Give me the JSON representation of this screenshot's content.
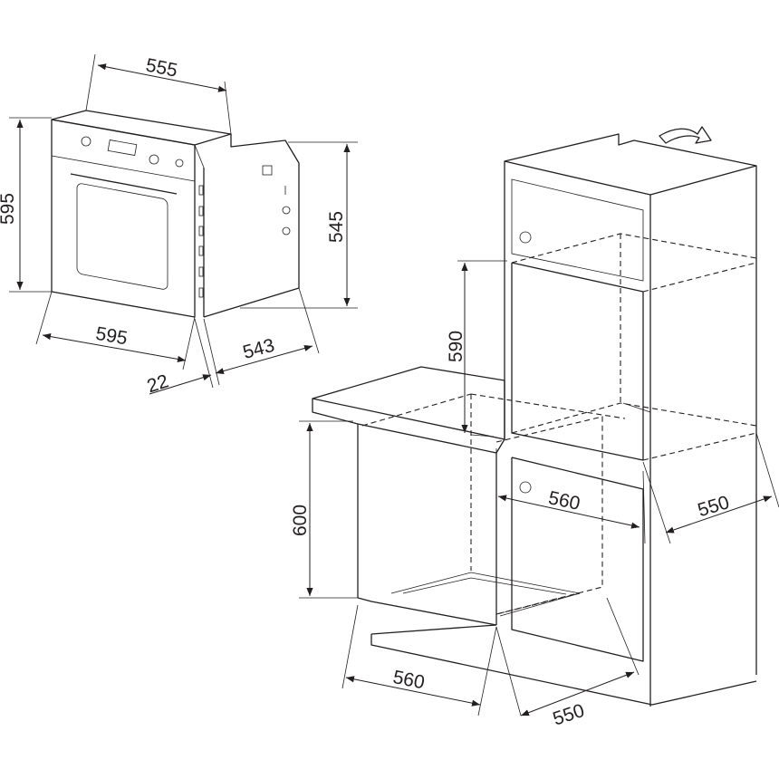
{
  "oven": {
    "width_top": "555",
    "height_left": "595",
    "height_side": "545",
    "width_front": "595",
    "front_thickness": "22",
    "depth": "543"
  },
  "cabinet": {
    "opening_height": "590",
    "base_height": "600",
    "tall_opening_width": "560",
    "tall_depth": "550",
    "base_width": "560",
    "base_depth": "550"
  }
}
